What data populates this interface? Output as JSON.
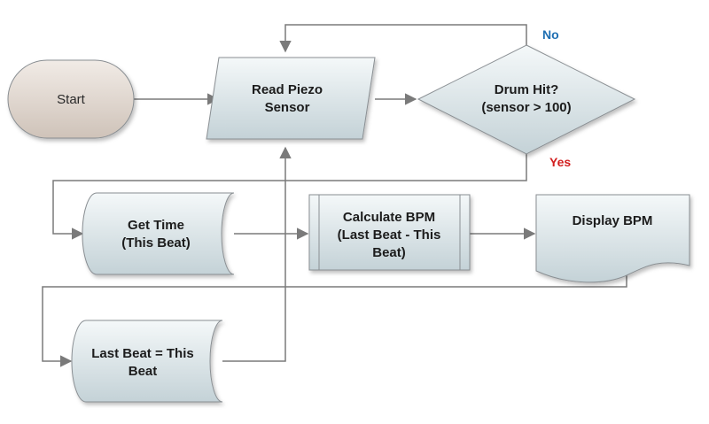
{
  "nodes": {
    "start": {
      "label": "Start"
    },
    "read_sensor": {
      "line1": "Read Piezo",
      "line2": "Sensor"
    },
    "drum_hit": {
      "line1": "Drum Hit?",
      "line2": "(sensor > 100)"
    },
    "get_time": {
      "line1": "Get Time",
      "line2": "(This Beat)"
    },
    "calc_bpm": {
      "line1": "Calculate BPM",
      "line2": "(Last Beat - This",
      "line3": "Beat)"
    },
    "display_bpm": {
      "label": "Display BPM"
    },
    "last_beat": {
      "line1": "Last Beat = This",
      "line2": "Beat"
    }
  },
  "branch_labels": {
    "no": "No",
    "yes": "Yes"
  },
  "colors": {
    "no_label": "#1f6fb2",
    "yes_label": "#d21f1f",
    "connector": "#7a7a7a",
    "process_fill_top": "#f4f8f9",
    "process_fill_bottom": "#c4d2d7",
    "start_fill_top": "#f1ebe6",
    "start_fill_bottom": "#cfc3b9"
  }
}
